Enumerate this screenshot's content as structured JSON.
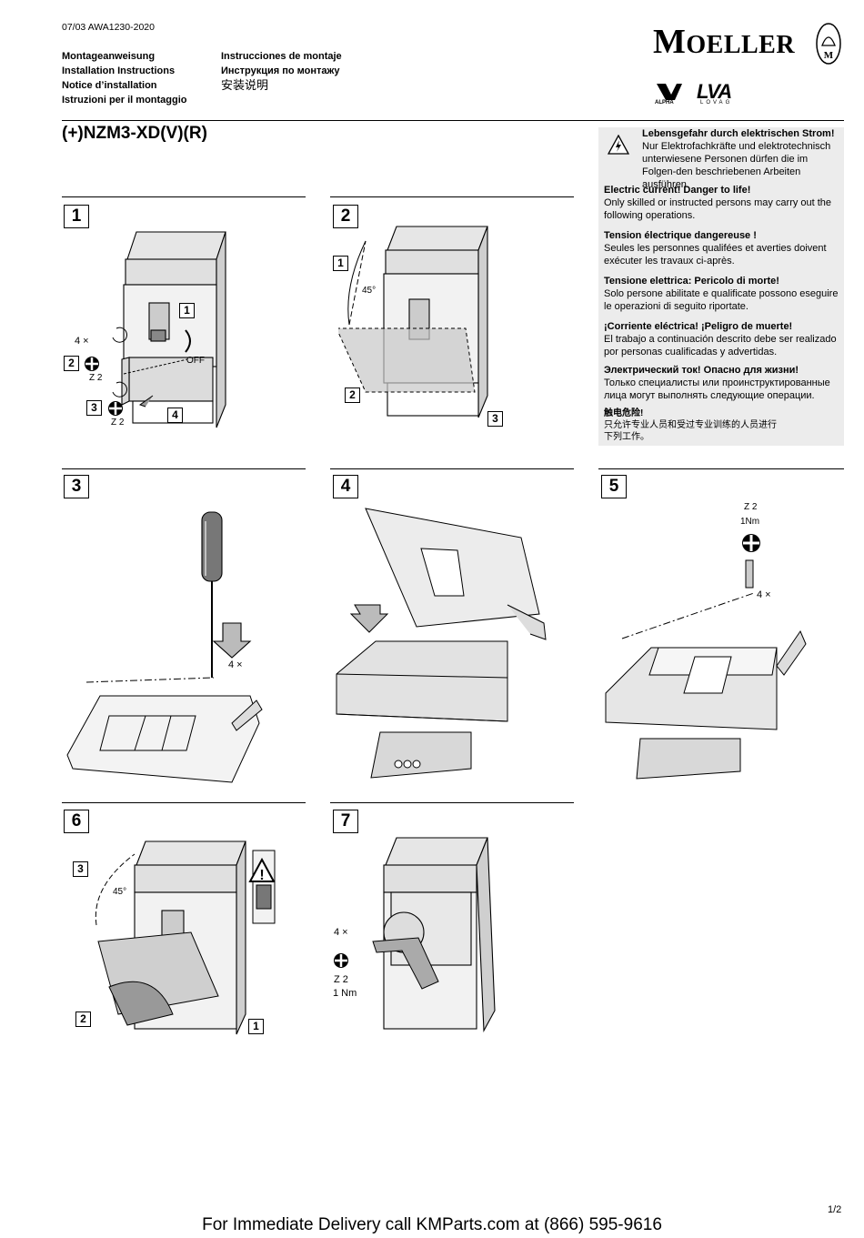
{
  "header": {
    "doc_code": "07/03 AWA1230-2020",
    "titles_left": [
      "Montageanweisung",
      "Installation Instructions",
      "Notice d’installation",
      "Istruzioni per il montaggio"
    ],
    "titles_right": [
      "Instrucciones de montaje",
      "Инструкция по монтажу",
      "安装说明"
    ],
    "brand": "MOELLER",
    "brand_first": "M",
    "brand_rest": "OELLER",
    "cert_alpha": "ALPHA",
    "cert_lovag": "LOVAG",
    "cert_lovag_mark": "LVA"
  },
  "product_title": "(+)NZM3-XD(V)(R)",
  "warning": {
    "de_head": "Lebensgefahr durch elektrischen Strom!",
    "de_body": "Nur Elektrofachkräfte und elektrotechnisch unterwiesene Personen dürfen die im Folgen-den beschriebenen Arbeiten ausführen.",
    "en_head": "Electric current! Danger to life!",
    "en_body": "Only skilled or instructed persons may carry out the following operations.",
    "fr_head": "Tension électrique dangereuse !",
    "fr_body": "Seules les personnes qualifées et averties doivent exécuter les travaux ci-après.",
    "it_head": "Tensione elettrica: Pericolo di morte!",
    "it_body": "Solo persone abilitate e qualificate possono eseguire le operazioni di seguito riportate.",
    "es_head": "¡Corriente eléctrica! ¡Peligro de muerte!",
    "es_body": "El trabajo a continuación descrito debe ser realizado por personas cualificadas y advertidas.",
    "ru_head": "Электрический ток! Опасно для жизни!",
    "ru_body": "Только специалисты или проинструктированные лица могут выполнять следующие операции.",
    "zh_head": "触电危险!",
    "zh_body1": "只允许专业人员和受过专业训练的人员进行",
    "zh_body2": "下列工作。"
  },
  "steps": [
    "1",
    "2",
    "3",
    "4",
    "5",
    "6",
    "7"
  ],
  "step_labels": {
    "s1": {
      "count": "4 ×",
      "z2a": "Z 2",
      "z2b": "Z 2",
      "off": "OFF",
      "b1": "1",
      "b2": "2",
      "b3": "3",
      "b4": "4"
    },
    "s2": {
      "angle": "45°",
      "b1": "1",
      "b2": "2",
      "b3": "3"
    },
    "s3": {
      "count": "4 ×"
    },
    "s5": {
      "tool": "Z 2",
      "torque": "1Nm",
      "count": "4 ×"
    },
    "s6": {
      "angle": "45°",
      "b1": "1",
      "b2": "2",
      "b3": "3"
    },
    "s7": {
      "count": "4 ×",
      "tool": "Z 2",
      "torque": "1 Nm"
    }
  },
  "page_number": "1/2",
  "footer": "For Immediate Delivery call KMParts.com at (866) 595-9616"
}
